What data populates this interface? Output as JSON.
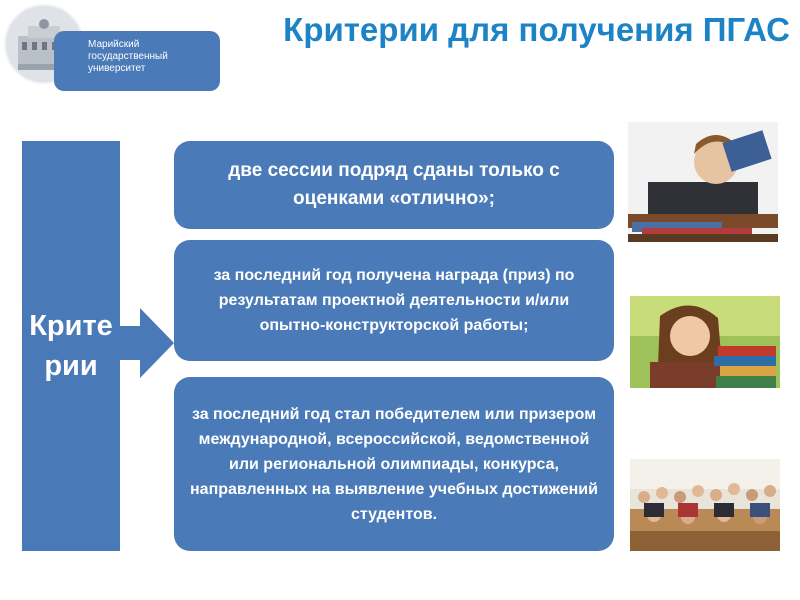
{
  "header": {
    "logo_text": "Марийский государственный университет",
    "title": "Критерии для получения ПГАС"
  },
  "left_label": "Критерии",
  "criteria": [
    {
      "text": "две сессии подряд сданы только с оценками «отлично»;"
    },
    {
      "text": "за последний год получена награда (приз) по результатам проектной деятельности и/или опытно-конструкторской работы;"
    },
    {
      "text": "за последний год стал победителем или призером международной, всероссийской, ведомственной или региональной олимпиады, конкурса, направленных на выявление учебных достижений студентов."
    }
  ],
  "colors": {
    "accent_blue": "#4a7ab8",
    "title_blue": "#1c84c6"
  },
  "images": [
    {
      "name": "student-with-books-photo"
    },
    {
      "name": "girl-with-books-photo"
    },
    {
      "name": "lecture-hall-photo"
    }
  ]
}
